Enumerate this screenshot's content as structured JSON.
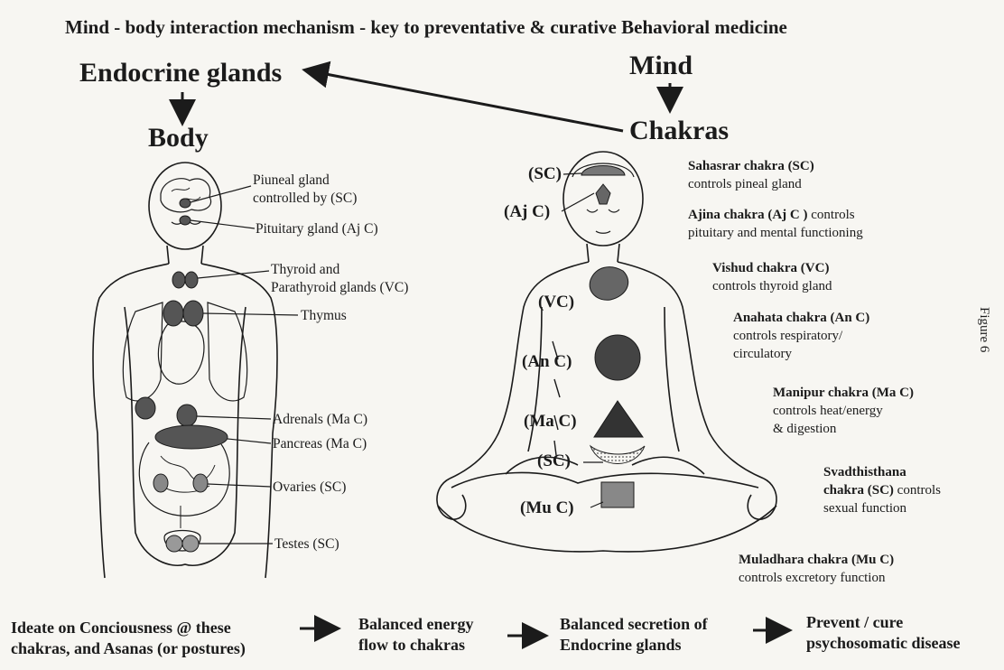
{
  "title": "Mind - body interaction mechanism - key to preventative & curative Behavioral medicine",
  "headers": {
    "endocrine": "Endocrine glands",
    "body": "Body",
    "mind": "Mind",
    "chakras": "Chakras"
  },
  "gland_labels": [
    {
      "line1": "Piuneal gland",
      "line2": "controlled by (SC)"
    },
    {
      "line1": "Pituitary gland (Aj C)",
      "line2": ""
    },
    {
      "line1": "Thyroid and",
      "line2": "Parathyroid glands (VC)"
    },
    {
      "line1": "Thymus",
      "line2": ""
    },
    {
      "line1": "Adrenals (Ma C)",
      "line2": ""
    },
    {
      "line1": "Pancreas (Ma C)",
      "line2": ""
    },
    {
      "line1": "Ovaries (SC)",
      "line2": ""
    },
    {
      "line1": "Testes (SC)",
      "line2": ""
    }
  ],
  "chakra_position_labels": [
    "(SC)",
    "(Aj C)",
    "(VC)",
    "(An C)",
    "(Ma C)",
    "(SC)",
    "(Mu C)"
  ],
  "chakra_descriptions": [
    {
      "name": "Sahasrar chakra (SC)",
      "l2": "controls pineal gland",
      "l3": ""
    },
    {
      "name": "Ajina chakra (Aj C )",
      "tail": " controls",
      "l2": "pituitary and mental functioning",
      "l3": ""
    },
    {
      "name": "Vishud chakra (VC)",
      "l2": "controls thyroid gland",
      "l3": ""
    },
    {
      "name": "Anahata chakra (An C)",
      "l2": "controls respiratory/",
      "l3": "circulatory"
    },
    {
      "name": "Manipur chakra (Ma C)",
      "l2": "controls heat/energy",
      "l3": "& digestion"
    },
    {
      "name": "Svadthisthana",
      "l2b": "chakra (SC)",
      "l2": " controls",
      "l3": "sexual function"
    },
    {
      "name": "Muladhara chakra (Mu C)",
      "l2": "controls excretory function",
      "l3": ""
    }
  ],
  "flow": [
    {
      "l1": "Ideate on Conciousness @ these",
      "l2": "chakras, and Asanas (or postures)"
    },
    {
      "l1": "Balanced energy",
      "l2": "flow to chakras"
    },
    {
      "l1": "Balanced secretion of",
      "l2": "Endocrine glands"
    },
    {
      "l1": "Prevent / cure",
      "l2": "psychosomatic disease"
    }
  ],
  "side_label": "Figure 6",
  "colors": {
    "ink": "#1b1b1b",
    "paper": "#f7f6f2",
    "organ": "#6f6f6f",
    "gland": "#4a4a4a"
  }
}
